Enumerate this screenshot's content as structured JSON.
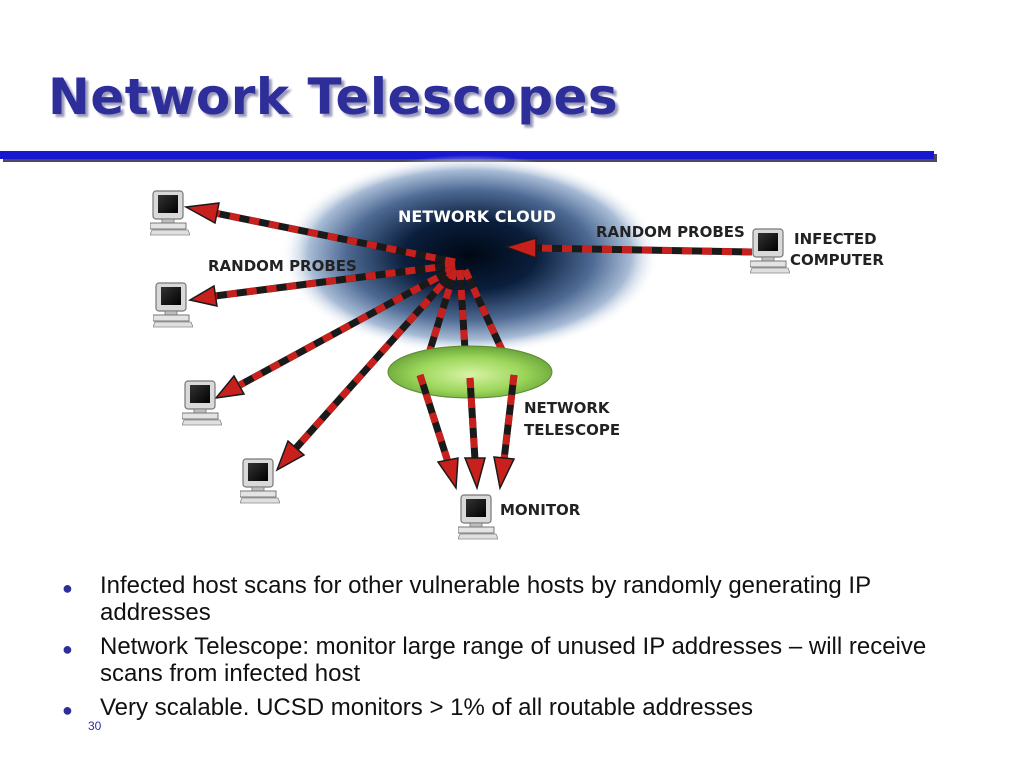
{
  "slide": {
    "title": "Network Telescopes",
    "page_number": "30"
  },
  "diagram": {
    "cloud_label": "NETWORK CLOUD",
    "random_probes_right": "RANDOM PROBES",
    "random_probes_left": "RANDOM PROBES",
    "infected_line1": "INFECTED",
    "infected_line2": "COMPUTER",
    "telescope_line1": "NETWORK",
    "telescope_line2": "TELESCOPE",
    "monitor_label": "MONITOR",
    "icons": [
      "computer-icon",
      "arrow-icon",
      "telescope-dish-icon",
      "network-cloud-icon"
    ],
    "colors": {
      "arrow_red": "#c8201c",
      "arrow_dark": "#1a1a1a",
      "cloud": "#0a1e3c",
      "telescope": "#9bd65a"
    }
  },
  "bullets": [
    "Infected host scans for other vulnerable hosts by randomly generating IP addresses",
    "Network Telescope: monitor large range of unused IP addresses – will receive scans from infected host",
    "Very scalable.  UCSD monitors > 1% of all routable addresses"
  ],
  "colors": {
    "title": "#2e2e9a",
    "rule": "#1818d0"
  }
}
